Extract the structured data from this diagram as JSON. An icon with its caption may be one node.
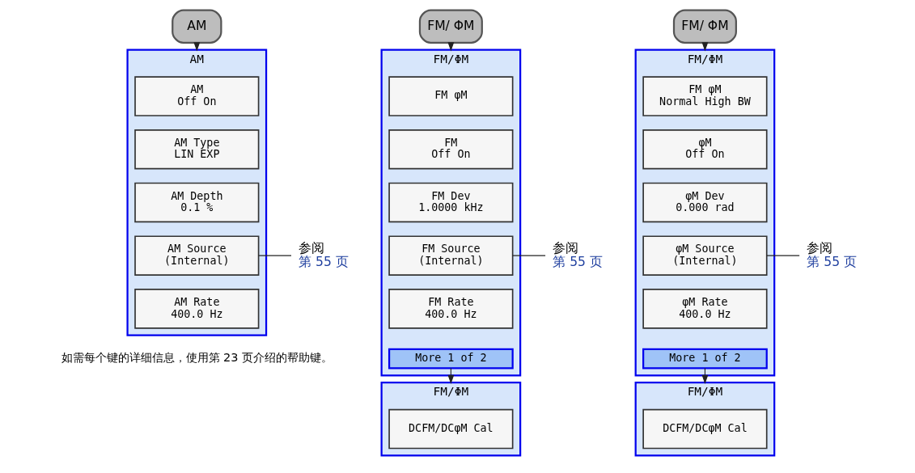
{
  "diagram": {
    "nodes": [
      {
        "text": [
          "AM"
        ]
      },
      {
        "text": [
          "AM"
        ]
      },
      {
        "text": [
          "AM",
          "Off On"
        ],
        "in": 1
      },
      {
        "text": [
          "AM Type",
          "LIN EXP"
        ],
        "in": 1
      },
      {
        "text": [
          "AM Depth",
          "0.1 %"
        ],
        "in": 1
      },
      {
        "text": [
          "AM Source",
          "(Internal)"
        ],
        "in": 1
      },
      {
        "text": [
          "AM Rate",
          "400.0 Hz"
        ],
        "in": 1
      },
      {
        "text": [
          "参阅",
          "第 55 页"
        ]
      },
      {
        "text": [
          "FM/ ΦM"
        ]
      },
      {
        "text": [
          "FM/ΦM"
        ]
      },
      {
        "text": [
          "FM φM"
        ],
        "in": 9
      },
      {
        "text": [
          "FM",
          "Off On"
        ],
        "in": 9
      },
      {
        "text": [
          "FM Dev",
          "1.0000 kHz"
        ],
        "in": 9
      },
      {
        "text": [
          "FM Source",
          "(Internal)"
        ],
        "in": 9
      },
      {
        "text": [
          "FM Rate",
          "400.0 Hz"
        ],
        "in": 9
      },
      {
        "text": [
          "More 1 of 2"
        ],
        "in": 9
      },
      {
        "text": [
          "参阅",
          "第 55 页"
        ]
      },
      {
        "text": [
          "FM/ΦM"
        ]
      },
      {
        "text": [
          "DCFM/DCφM Cal"
        ],
        "in": 17
      },
      {
        "text": [
          "FM/ ΦM"
        ]
      },
      {
        "text": [
          "FM/ΦM"
        ]
      },
      {
        "text": [
          "FM φM",
          "Normal High BW"
        ],
        "in": 20
      },
      {
        "text": [
          "φM",
          "Off On"
        ],
        "in": 20
      },
      {
        "text": [
          "φM Dev",
          "0.000 rad"
        ],
        "in": 20
      },
      {
        "text": [
          "φM Source",
          "(Internal)"
        ],
        "in": 20
      },
      {
        "text": [
          "φM Rate",
          "400.0 Hz"
        ],
        "in": 20
      },
      {
        "text": [
          "More 1 of 2"
        ],
        "in": 20
      },
      {
        "text": [
          "参阅",
          "第 55 页"
        ]
      },
      {
        "text": [
          "FM/ΦM"
        ]
      },
      {
        "text": [
          "DCFM/DCφM Cal"
        ],
        "in": 28
      }
    ],
    "edges": [
      {
        "from": 0,
        "to": 1,
        "arrow": "to"
      },
      {
        "from": 7,
        "to": 5,
        "arrow": "none"
      },
      {
        "from": 8,
        "to": 9,
        "arrow": "to"
      },
      {
        "from": 16,
        "to": 13,
        "arrow": "none"
      },
      {
        "from": 15,
        "to": 17,
        "arrow": "to"
      },
      {
        "from": 19,
        "to": 20,
        "arrow": "to"
      },
      {
        "from": 27,
        "to": 24,
        "arrow": "none"
      },
      {
        "from": 26,
        "to": 28,
        "arrow": "to"
      }
    ],
    "labels": [
      "如需每个键的详细信息，使用第 23 页介绍的帮助键。"
    ]
  }
}
